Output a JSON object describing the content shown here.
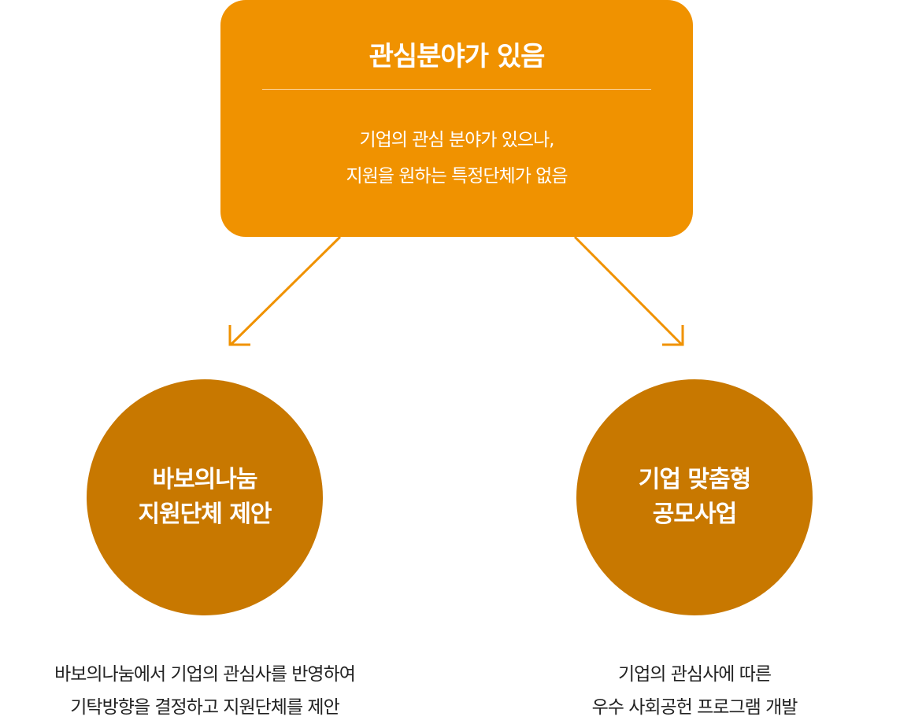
{
  "top_box": {
    "title": "관심분야가 있음",
    "desc_lines": [
      "기업의 관심 분야가 있으나,",
      "지원을 원하는 특정단체가 없음"
    ]
  },
  "left": {
    "circle_lines": [
      "바보의나눔",
      "지원단체 제안"
    ],
    "caption_lines": [
      "바보의나눔에서 기업의 관심사를 반영하여",
      "기탁방향을 결정하고 지원단체를 제안"
    ]
  },
  "right": {
    "circle_lines": [
      "기업 맞춤형",
      "공모사업"
    ],
    "caption_lines": [
      "기업의 관심사에 따른",
      "우수 사회공헌 프로그램 개발"
    ]
  },
  "colors": {
    "box": "#F09200",
    "circle": "#C87800",
    "arrow": "#F09200"
  }
}
